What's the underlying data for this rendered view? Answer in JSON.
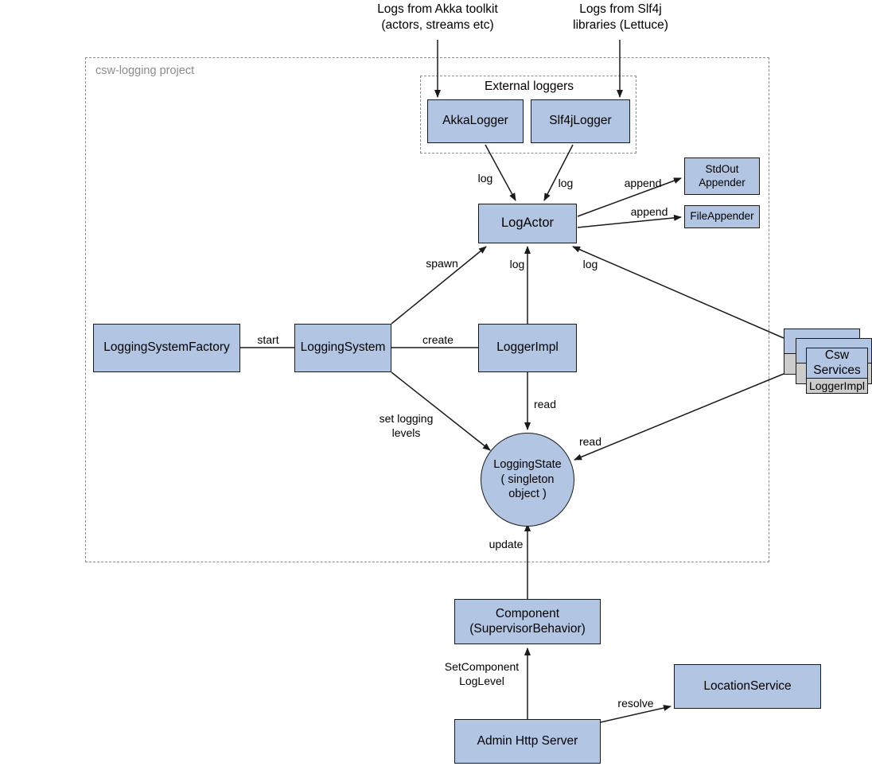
{
  "diagram": {
    "title": "csw-logging architecture",
    "colors": {
      "node_fill": "#b2c6e3",
      "node_stroke": "#1a1a1a",
      "footer_fill": "#cccccc",
      "group_stroke": "#8c8c8c",
      "group_label": "#8c8c8c",
      "background": "#ffffff"
    }
  },
  "external_inputs": [
    {
      "name": "akka-input",
      "text": "Logs from Akka toolkit\n(actors, streams etc)"
    },
    {
      "name": "slf4j-input",
      "text": "Logs from Slf4j\nlibraries (Lettuce)"
    }
  ],
  "groups": [
    {
      "name": "csw-logging-project",
      "label": "csw-logging project"
    },
    {
      "name": "external-loggers",
      "label": "External loggers"
    }
  ],
  "nodes": {
    "akka_logger": "AkkaLogger",
    "slf4j_logger": "Slf4jLogger",
    "log_actor": "LogActor",
    "stdout_appender": "StdOut\nAppender",
    "file_appender": "FileAppender",
    "logging_system_factory": "LoggingSystemFactory",
    "logging_system": "LoggingSystem",
    "logger_impl": "LoggerImpl",
    "csw_services": "Csw\nServices",
    "csw_services_footer": "LoggerImpl",
    "logging_state": "LoggingState\n( singleton\nobject )",
    "component": "Component\n(SupervisorBehavior)",
    "admin_http_server": "Admin Http Server",
    "location_service": "LocationService"
  },
  "edge_labels": {
    "akka_to_logactor": "log",
    "slf4j_to_logactor": "log",
    "logactor_to_stdout": "append",
    "logactor_to_file": "append",
    "factory_to_system": "start",
    "system_to_loggerimpl": "create",
    "system_to_logactor": "spawn",
    "loggerimpl_to_logactor": "log",
    "cswservices_to_logactor": "log",
    "loggerimpl_to_state": "read",
    "cswservices_to_state": "read",
    "system_to_state": "set logging\nlevels",
    "component_to_state": "update",
    "adminhttp_to_component": "SetComponent\nLogLevel",
    "adminhttp_to_location": "resolve"
  }
}
